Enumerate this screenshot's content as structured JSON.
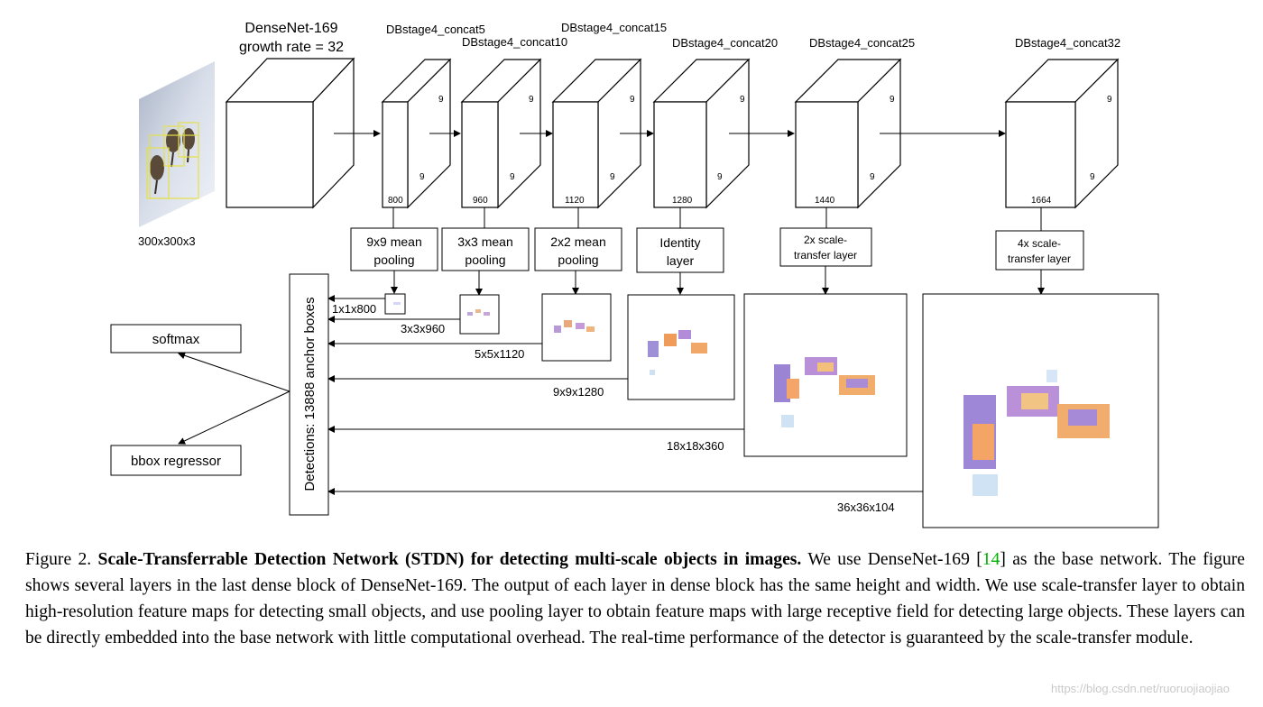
{
  "input": {
    "size": "300x300x3"
  },
  "backbone": {
    "name": "DenseNet-169",
    "growth": "growth rate = 32"
  },
  "stages": [
    {
      "name": "DBstage4_concat5",
      "h": "9",
      "w": "9",
      "channels": "800"
    },
    {
      "name": "DBstage4_concat10",
      "h": "9",
      "w": "9",
      "channels": "960"
    },
    {
      "name": "DBstage4_concat15",
      "h": "9",
      "w": "9",
      "channels": "1120"
    },
    {
      "name": "DBstage4_concat20",
      "h": "9",
      "w": "9",
      "channels": "1280"
    },
    {
      "name": "DBstage4_concat25",
      "h": "9",
      "w": "9",
      "channels": "1440"
    },
    {
      "name": "DBstage4_concat32",
      "h": "9",
      "w": "9",
      "channels": "1664"
    }
  ],
  "ops": [
    {
      "line1": "9x9 mean",
      "line2": "pooling"
    },
    {
      "line1": "3x3 mean",
      "line2": "pooling"
    },
    {
      "line1": "2x2 mean",
      "line2": "pooling"
    },
    {
      "line1": "Identity",
      "line2": "layer"
    },
    {
      "line1": "2x scale-",
      "line2": "transfer layer"
    },
    {
      "line1": "4x scale-",
      "line2": "transfer layer"
    }
  ],
  "feature_maps": [
    "1x1x800",
    "3x3x960",
    "5x5x1120",
    "9x9x1280",
    "18x18x360",
    "36x36x104"
  ],
  "detections": "Detections: 13888 anchor boxes",
  "heads": {
    "softmax": "softmax",
    "bbox": "bbox regressor"
  },
  "caption": {
    "label": "Figure 2.",
    "title": "Scale-Transferrable Detection Network (STDN) for detecting multi-scale objects in images.",
    "pre_ref": "We use DenseNet-169 [",
    "ref": "14",
    "post_ref": "] as the base network. The figure shows several layers in the last dense block of DenseNet-169. The output of each layer in dense block has the same height and width. We use scale-transfer layer to obtain high-resolution feature maps for detecting small objects, and use pooling layer to obtain feature maps with large receptive field for detecting large objects. These layers can be directly embedded into the base network with little computational overhead. The real-time performance of the detector is guaranteed by the scale-transfer module."
  },
  "watermark": "https://blog.csdn.net/ruoruojiaojiao"
}
